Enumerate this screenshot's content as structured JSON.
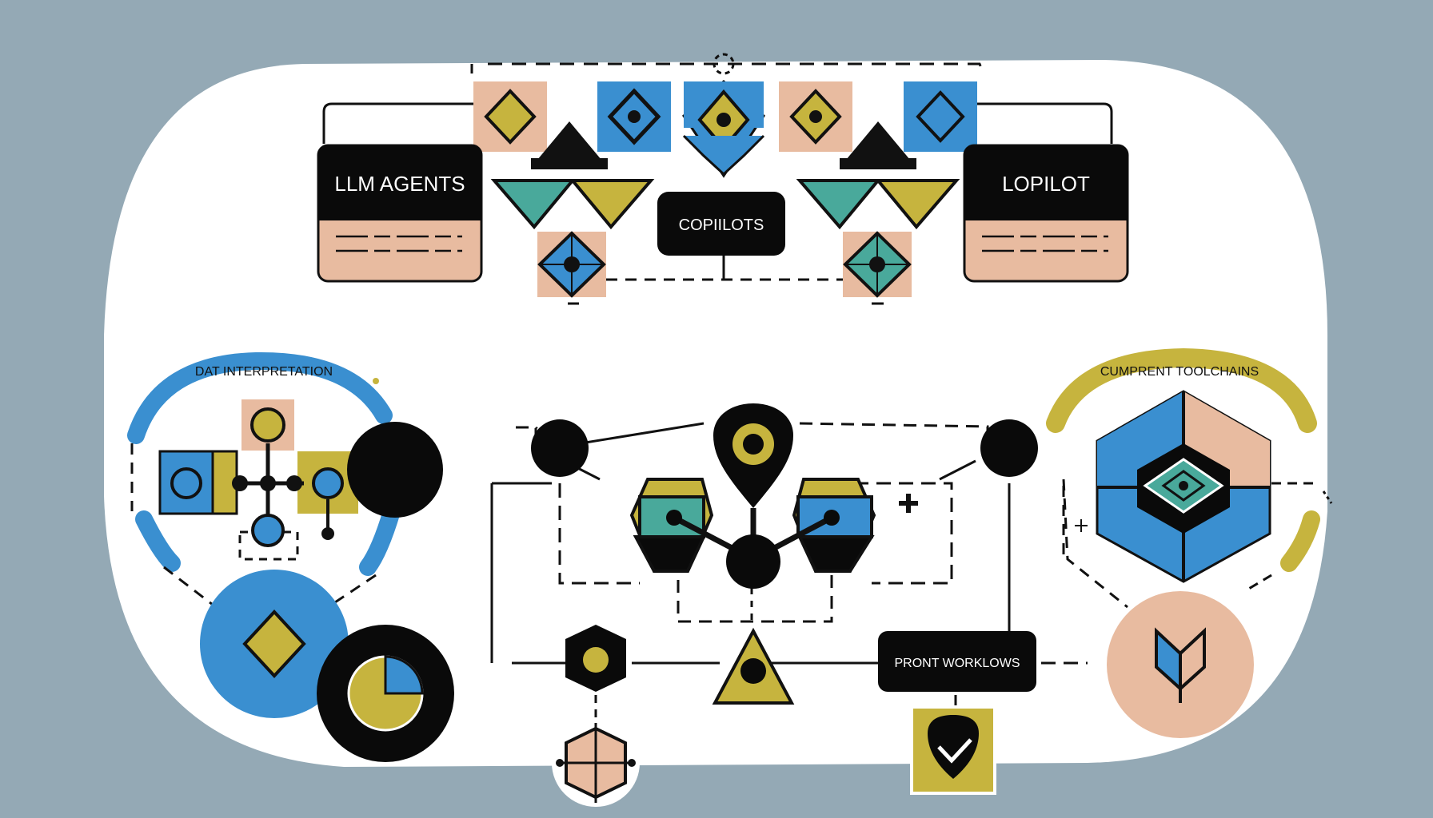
{
  "labels": {
    "llm_agents": "LLM AGENTS",
    "copilots": "COPIILOTS",
    "lopilot": "LOPILOT",
    "dat_interpretation": "DAT INTERPRETATION",
    "component_toolchains": "CUMPRENT TOOLCHAINS",
    "prompt_workflows": "PRONT WORKLOWS"
  },
  "colors": {
    "background": "#94a9b5",
    "canvas": "#ffffff",
    "blue": "#3a8fd0",
    "olive": "#c6b43e",
    "teal": "#49a99b",
    "peach": "#e8bba0",
    "black": "#0a0a0a"
  },
  "icons": [
    "diamond-icon",
    "triangle-icon",
    "chevron-icon",
    "hexagon-icon",
    "map-pin-icon",
    "pie-chart-icon",
    "shield-check-icon",
    "plus-icon"
  ]
}
